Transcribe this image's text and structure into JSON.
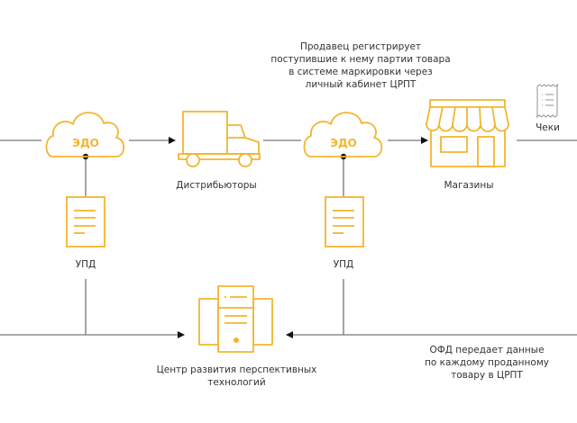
{
  "colors": {
    "accent": "#F2B52F",
    "line": "#666666",
    "arrow": "#111111",
    "text": "#333333",
    "receipt": "#9A9A9A"
  },
  "nodes": {
    "edo_left": {
      "label": "ЭДО",
      "icon": "cloud-icon"
    },
    "distributors": {
      "label": "Дистрибьюторы",
      "icon": "truck-icon"
    },
    "edo_right": {
      "label": "ЭДО",
      "icon": "cloud-icon"
    },
    "shops": {
      "label": "Магазины",
      "icon": "store-icon"
    },
    "receipts": {
      "label": "Чеки",
      "icon": "receipt-icon"
    },
    "upd_left": {
      "label": "УПД",
      "icon": "document-icon"
    },
    "upd_right": {
      "label": "УПД",
      "icon": "document-icon"
    },
    "crpt": {
      "label_line1": "Центр развития перспективных",
      "label_line2": "технологий",
      "icon": "server-icon"
    }
  },
  "annotations": {
    "seller_note": [
      "Продавец регистрирует",
      "поступившие к нему партии товара",
      "в системе маркировки через",
      "личный кабинет ЦРПТ"
    ],
    "ofd_note": [
      "ОФД передает данные",
      "по каждому проданному",
      "товару в ЦРПТ"
    ]
  }
}
